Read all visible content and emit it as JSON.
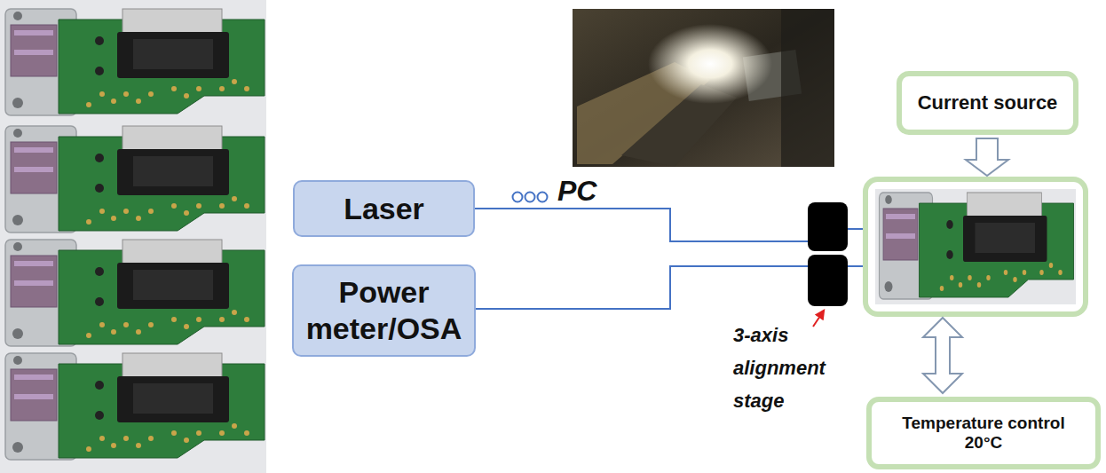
{
  "diagram": {
    "nodes": [
      {
        "text": [
          "Laser"
        ]
      },
      {
        "text": [
          "Power meter/OSA"
        ]
      },
      {
        "text": [
          "Current source"
        ]
      },
      {
        "text": [
          "Temperature control 20°C"
        ]
      }
    ],
    "labels": [
      "PC",
      "3-axis alignment stage"
    ]
  }
}
